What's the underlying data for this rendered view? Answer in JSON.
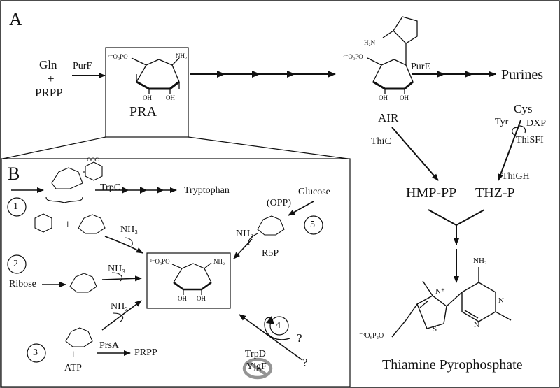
{
  "panels": {
    "a": "A",
    "b": "B"
  },
  "panel_a": {
    "gln": "Gln",
    "plus": "+",
    "prpp": "PRPP",
    "purf": "PurF",
    "pra": "PRA",
    "pure": "PurE",
    "purines": "Purines",
    "air": "AIR",
    "thic": "ThiC",
    "cys": "Cys",
    "tyr": "Tyr",
    "dxp": "DXP",
    "thisfi": "ThiSFI",
    "thigh": "ThiGH",
    "hmp_pp": "HMP-PP",
    "thz_p": "THZ-P",
    "thiamine": "Thiamine Pyrophosphate",
    "struct_nh2": "NH₂",
    "struct_oh": "OH",
    "struct_h": "H",
    "struct_po3": "²⁻O₃PO",
    "struct_h2n": "H₂N",
    "struct_n": "N",
    "struct_s": "S",
    "struct_n_plus": "N⁺",
    "struct_p2o6": "⁻³O₆P₂O"
  },
  "panel_b": {
    "route1": "1",
    "route2": "2",
    "route3": "3",
    "route4": "4",
    "route5": "5",
    "trpc": "TrpC",
    "tryptophan": "Tryptophan",
    "plus": "+",
    "nh3": "NH₃",
    "ribose": "Ribose",
    "atp": "ATP",
    "prsa": "PrsA",
    "prpp": "PRPP",
    "glucose": "Glucose",
    "opp": "(OPP)",
    "r5p": "R5P",
    "question": "?",
    "trpd": "TrpD",
    "yjgf": "YjgF",
    "struct_ooc": "⁻OOC"
  }
}
